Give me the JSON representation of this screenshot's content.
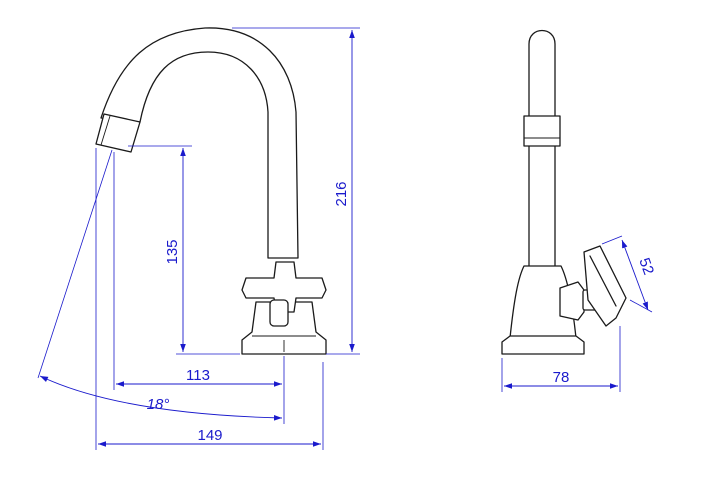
{
  "colors": {
    "outline": "#1a1a1a",
    "dimension": "#1a1acc",
    "background": "#ffffff"
  },
  "dimensions": {
    "height_total": "216",
    "height_spout": "135",
    "reach_spout": "113",
    "angle": "18°",
    "width_total": "149",
    "side_width": "78",
    "handle_size": "52"
  }
}
